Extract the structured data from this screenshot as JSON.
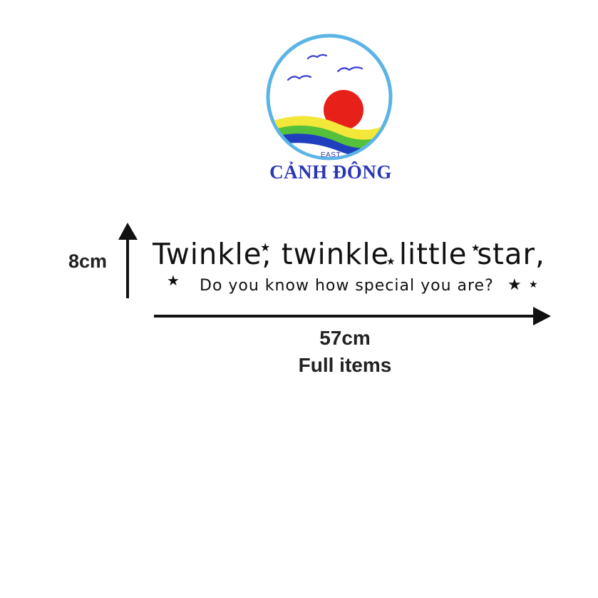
{
  "logo": {
    "small_text": "EAST",
    "brand_name": "CẢNH ĐÔNG",
    "colors": {
      "ring": "#5ab4e6",
      "sun": "#e8201a",
      "wave_yellow": "#f3e73a",
      "wave_green": "#55c03c",
      "wave_blue": "#1f3fbf",
      "birds": "#3b3fd0",
      "text": "#2a35b8"
    }
  },
  "product": {
    "line1": "Twinkle, twinkle little star,",
    "line2": "Do you know how special you are?"
  },
  "dimensions": {
    "height": "8cm",
    "width": "57cm",
    "note": "Full items"
  }
}
